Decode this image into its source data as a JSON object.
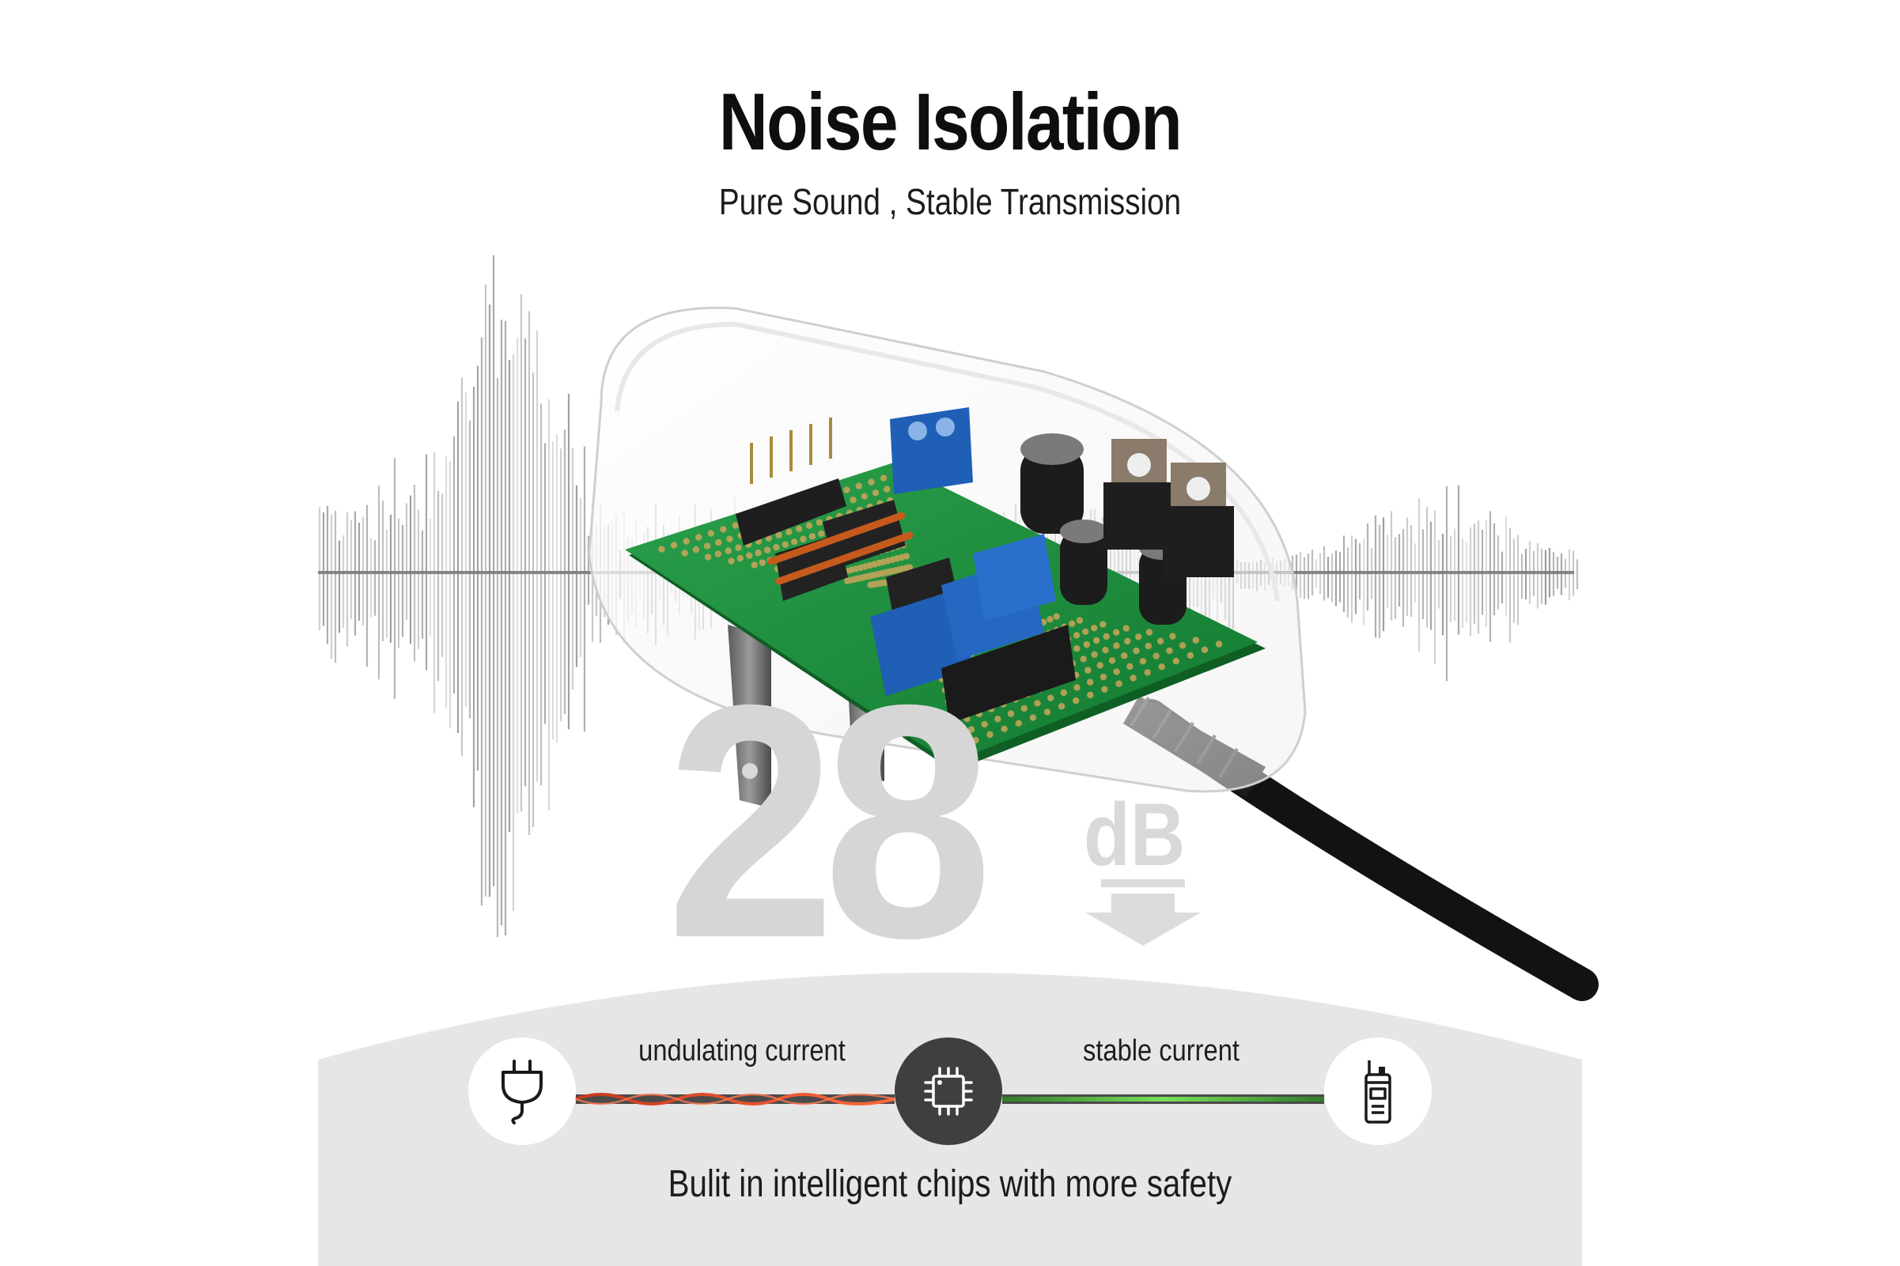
{
  "header": {
    "title": "Noise Isolation",
    "subtitle": "Pure Sound , Stable Transmission"
  },
  "feature": {
    "value": "28",
    "unit": "dB"
  },
  "flow": {
    "input_label": "undulating current",
    "output_label": "stable current",
    "input_icon": "power-plug-icon",
    "center_icon": "chip-icon",
    "output_icon": "walkie-talkie-icon"
  },
  "footer": {
    "text": "Bulit in intelligent chips with more safety"
  },
  "colors": {
    "title": "#0e0e0e",
    "panel": "#e6e6e6",
    "pcb": "#1f8a3a",
    "undulating_wave": "#e0482a",
    "stable_line": "#4fbf3b",
    "chip_circle": "#3f3f3f"
  }
}
